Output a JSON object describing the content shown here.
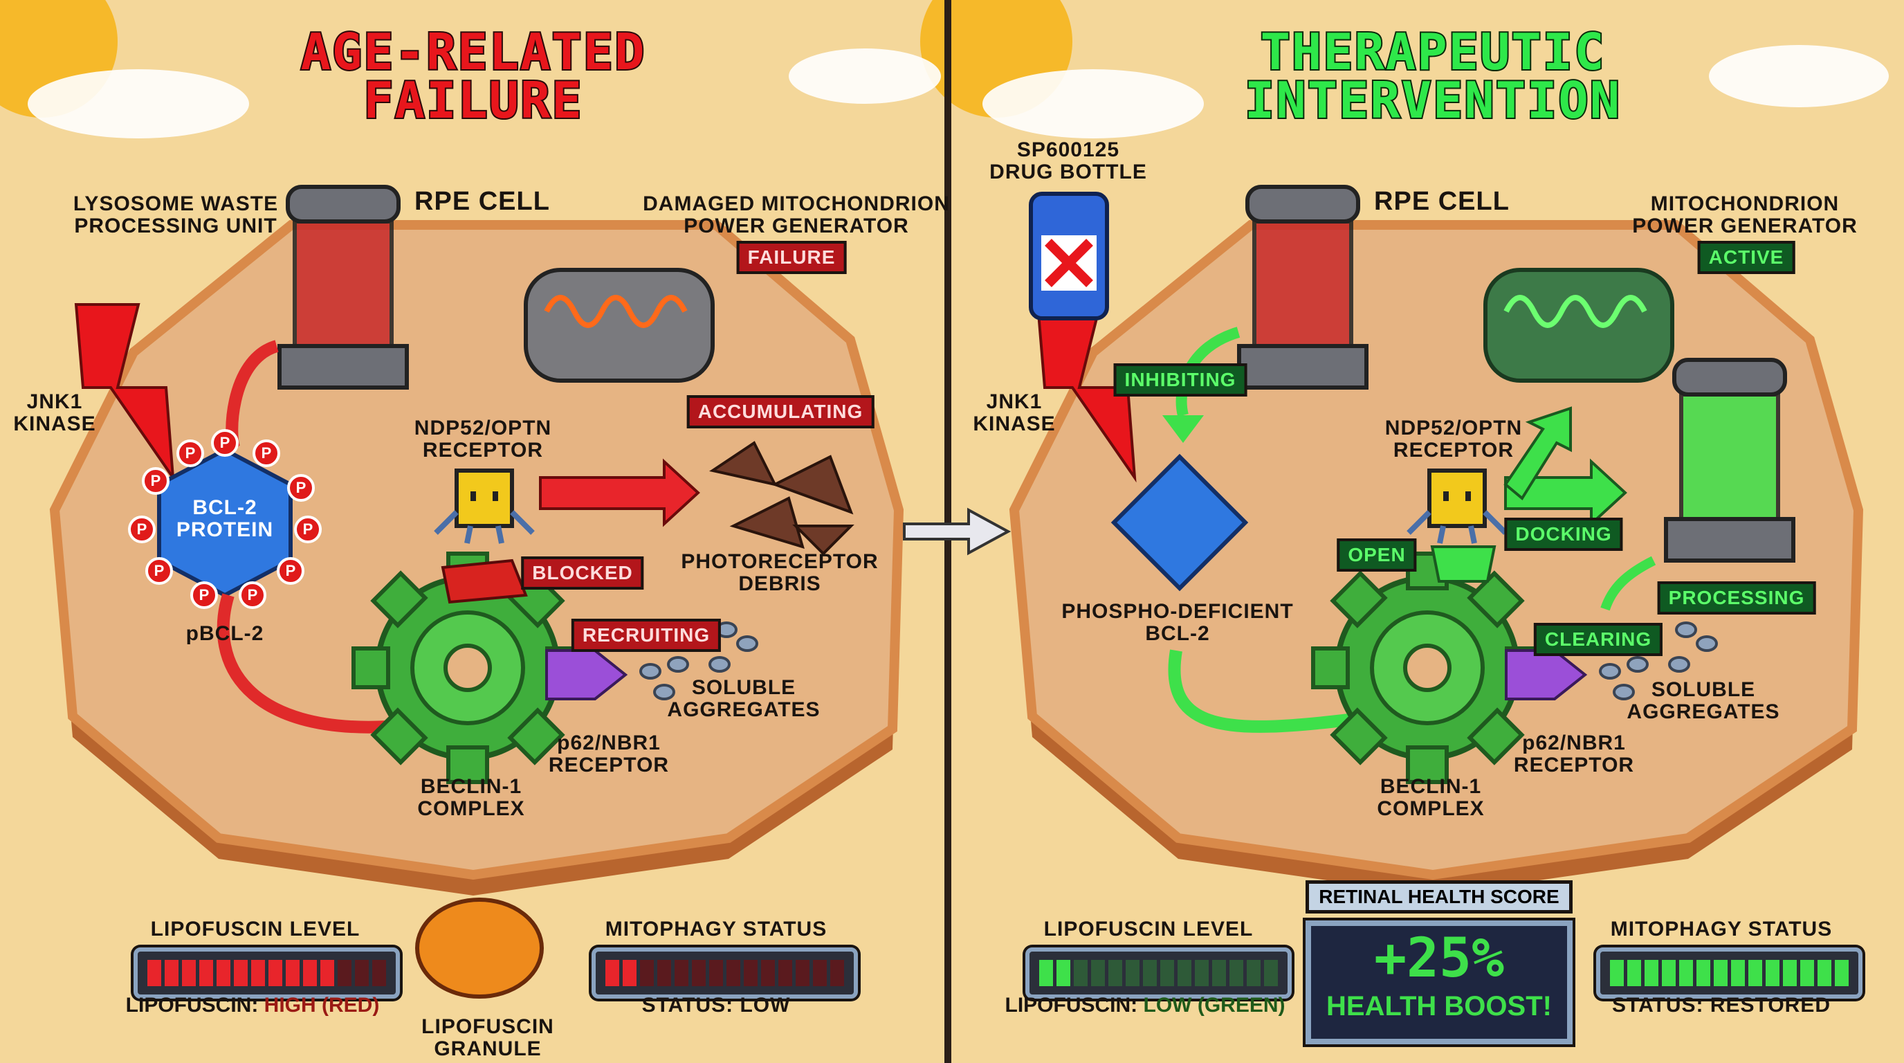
{
  "left": {
    "title": [
      "AGE-RELATED",
      "FAILURE"
    ],
    "title_color": "#e8161c",
    "rpe_cell": "RPE CELL",
    "lysosome": [
      "LYSOSOME WASTE",
      "PROCESSING UNIT"
    ],
    "mitochondrion": [
      "DAMAGED MITOCHONDRION",
      "POWER GENERATOR"
    ],
    "mito_badge": "FAILURE",
    "jnk1": [
      "JNK1",
      "KINASE"
    ],
    "bcl2": [
      "BCL-2",
      "PROTEIN"
    ],
    "phospho_mark": "P",
    "pbcl2": "pBCL-2",
    "accumulating_badge": "ACCUMULATING",
    "ndp52": [
      "NDP52/OPTN",
      "RECEPTOR"
    ],
    "debris": [
      "PHOTORECEPTOR",
      "DEBRIS"
    ],
    "blocked_badge": "BLOCKED",
    "recruiting_badge": "RECRUITING",
    "aggregates": [
      "SOLUBLE",
      "AGGREGATES"
    ],
    "p62": [
      "p62/NBR1",
      "RECEPTOR"
    ],
    "beclin": [
      "BECLIN-1",
      "COMPLEX"
    ],
    "granule": [
      "LIPOFUSCIN",
      "GRANULE"
    ],
    "lipofuscin": {
      "label": "LIPOFUSCIN LEVEL",
      "caption_prefix": "LIPOFUSCIN:",
      "caption_value": "HIGH (RED)",
      "segments_total": 14,
      "segments_filled": 11,
      "color": "#e8252b"
    },
    "mitophagy": {
      "label": "MITOPHAGY STATUS",
      "caption": "STATUS: LOW",
      "segments_total": 14,
      "segments_filled": 2,
      "color": "#e8252b"
    }
  },
  "right": {
    "title": [
      "THERAPEUTIC",
      "INTERVENTION"
    ],
    "title_color": "#2ee84a",
    "rpe_cell": "RPE CELL",
    "drug": [
      "SP600125",
      "DRUG BOTTLE"
    ],
    "inhibiting_badge": "INHIBITING",
    "jnk1": [
      "JNK1",
      "KINASE"
    ],
    "bcl2": [
      "PHOSPHO-DEFICIENT",
      "BCL-2"
    ],
    "mitochondrion": [
      "MITOCHONDRION",
      "POWER GENERATOR"
    ],
    "mito_badge": "ACTIVE",
    "ndp52": [
      "NDP52/OPTN",
      "RECEPTOR"
    ],
    "docking_badge": "DOCKING",
    "open_badge": "OPEN",
    "processing_badge": "PROCESSING",
    "clearing_badge": "CLEARING",
    "aggregates": [
      "SOLUBLE",
      "AGGREGATES"
    ],
    "p62": [
      "p62/NBR1",
      "RECEPTOR"
    ],
    "beclin": [
      "BECLIN-1",
      "COMPLEX"
    ],
    "score": {
      "title": "RETINAL HEALTH SCORE",
      "value": "+25%",
      "subtitle": "HEALTH BOOST!"
    },
    "lipofuscin": {
      "label": "LIPOFUSCIN LEVEL",
      "caption_prefix": "LIPOFUSCIN:",
      "caption_value": "LOW (GREEN)",
      "segments_total": 14,
      "segments_filled": 2,
      "color": "#3ee04a"
    },
    "mitophagy": {
      "label": "MITOPHAGY STATUS",
      "caption": "STATUS: RESTORED",
      "segments_total": 14,
      "segments_filled": 14,
      "color": "#3ee04a"
    }
  }
}
